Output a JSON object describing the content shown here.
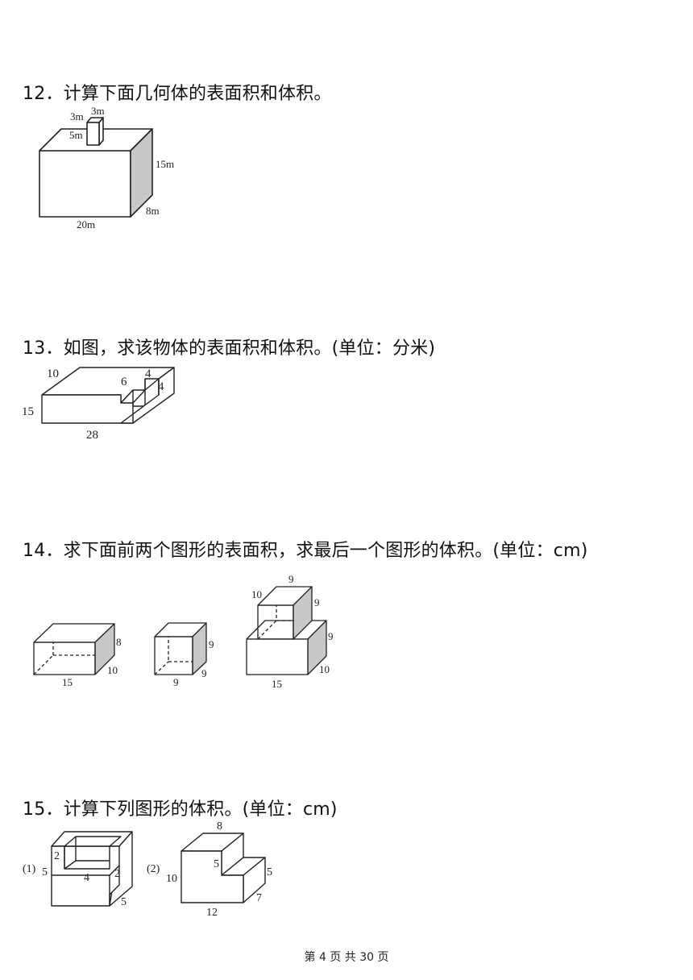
{
  "questions": [
    {
      "title": "12．计算下面几何体的表面积和体积。",
      "figure": {
        "labels": [
          "3m",
          "3m",
          "5m",
          "15m",
          "8m",
          "20m"
        ]
      }
    },
    {
      "title": "13．如图，求该物体的表面积和体积。(单位：分米)",
      "figure": {
        "labels": [
          "10",
          "6",
          "4",
          "4",
          "15",
          "28"
        ]
      }
    },
    {
      "title": "14．求下面前两个图形的表面积，求最后一个图形的体积。(单位：cm)",
      "figures": [
        {
          "labels": [
            "8",
            "10",
            "15"
          ]
        },
        {
          "labels": [
            "9",
            "9",
            "9"
          ]
        },
        {
          "labels": [
            "9",
            "10",
            "9",
            "9",
            "10",
            "15"
          ]
        }
      ]
    },
    {
      "title": "15．计算下列图形的体积。(单位：cm)",
      "figures": [
        {
          "tag": "(1)",
          "labels": [
            "2",
            "5",
            "4",
            "2",
            "5"
          ]
        },
        {
          "tag": "(2)",
          "labels": [
            "8",
            "5",
            "10",
            "5",
            "7",
            "12"
          ]
        }
      ]
    }
  ],
  "footer": "第 4 页 共 30 页",
  "colors": {
    "shade": "#c8c8c8",
    "stroke": "#222222"
  }
}
